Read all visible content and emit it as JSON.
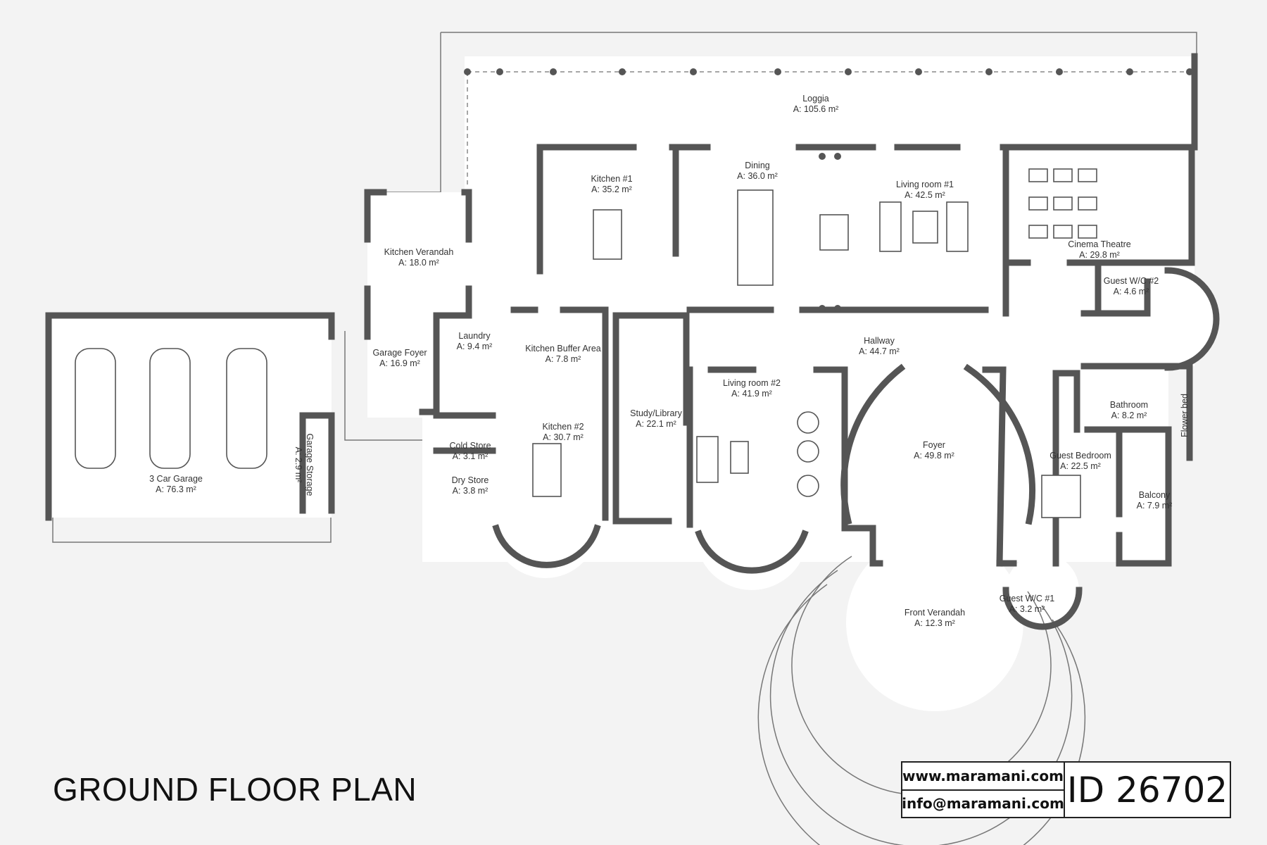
{
  "plan_title": "GROUND FLOOR PLAN",
  "contact": {
    "website": "www.maramani.com",
    "email": "info@maramani.com",
    "plan_id": "ID 26702"
  },
  "area_unit": "m²",
  "rooms": [
    {
      "name": "Loggia",
      "area": "A: 105.6 m²"
    },
    {
      "name": "Kitchen #1",
      "area": "A: 35.2 m²"
    },
    {
      "name": "Dining",
      "area": "A: 36.0 m²"
    },
    {
      "name": "Living room #1",
      "area": "A: 42.5 m²"
    },
    {
      "name": "Cinema Theatre",
      "area": "A: 29.8 m²"
    },
    {
      "name": "Guest W/C #2",
      "area": "A: 4.6 m²"
    },
    {
      "name": "Kitchen Verandah",
      "area": "A: 18.0 m²"
    },
    {
      "name": "Hallway",
      "area": "A: 44.7 m²"
    },
    {
      "name": "Garage Foyer",
      "area": "A: 16.9 m²"
    },
    {
      "name": "Laundry",
      "area": "A: 9.4 m²"
    },
    {
      "name": "Kitchen Buffer Area",
      "area": "A: 7.8 m²"
    },
    {
      "name": "Living room #2",
      "area": "A: 41.9 m²"
    },
    {
      "name": "Study/Library",
      "area": "A: 22.1 m²"
    },
    {
      "name": "Foyer",
      "area": "A: 49.8 m²"
    },
    {
      "name": "Bathroom",
      "area": "A: 8.2 m²"
    },
    {
      "name": "Kitchen #2",
      "area": "A: 30.7 m²"
    },
    {
      "name": "Guest Bedroom",
      "area": "A: 22.5 m²"
    },
    {
      "name": "Cold Store",
      "area": "A: 3.1 m²"
    },
    {
      "name": "Dry Store",
      "area": "A: 3.8 m²"
    },
    {
      "name": "3 Car Garage",
      "area": "A: 76.3 m²"
    },
    {
      "name": "Balcony",
      "area": "A: 7.9 m²"
    },
    {
      "name": "Guest W/C #1",
      "area": "A: 3.2 m²"
    },
    {
      "name": "Front Verandah",
      "area": "A: 12.3 m²"
    }
  ],
  "vertical_labels": {
    "garage_storage": "Garage Storage",
    "garage_storage_area": "A: 2.9 m²",
    "flower_bed": "Flower bed"
  }
}
